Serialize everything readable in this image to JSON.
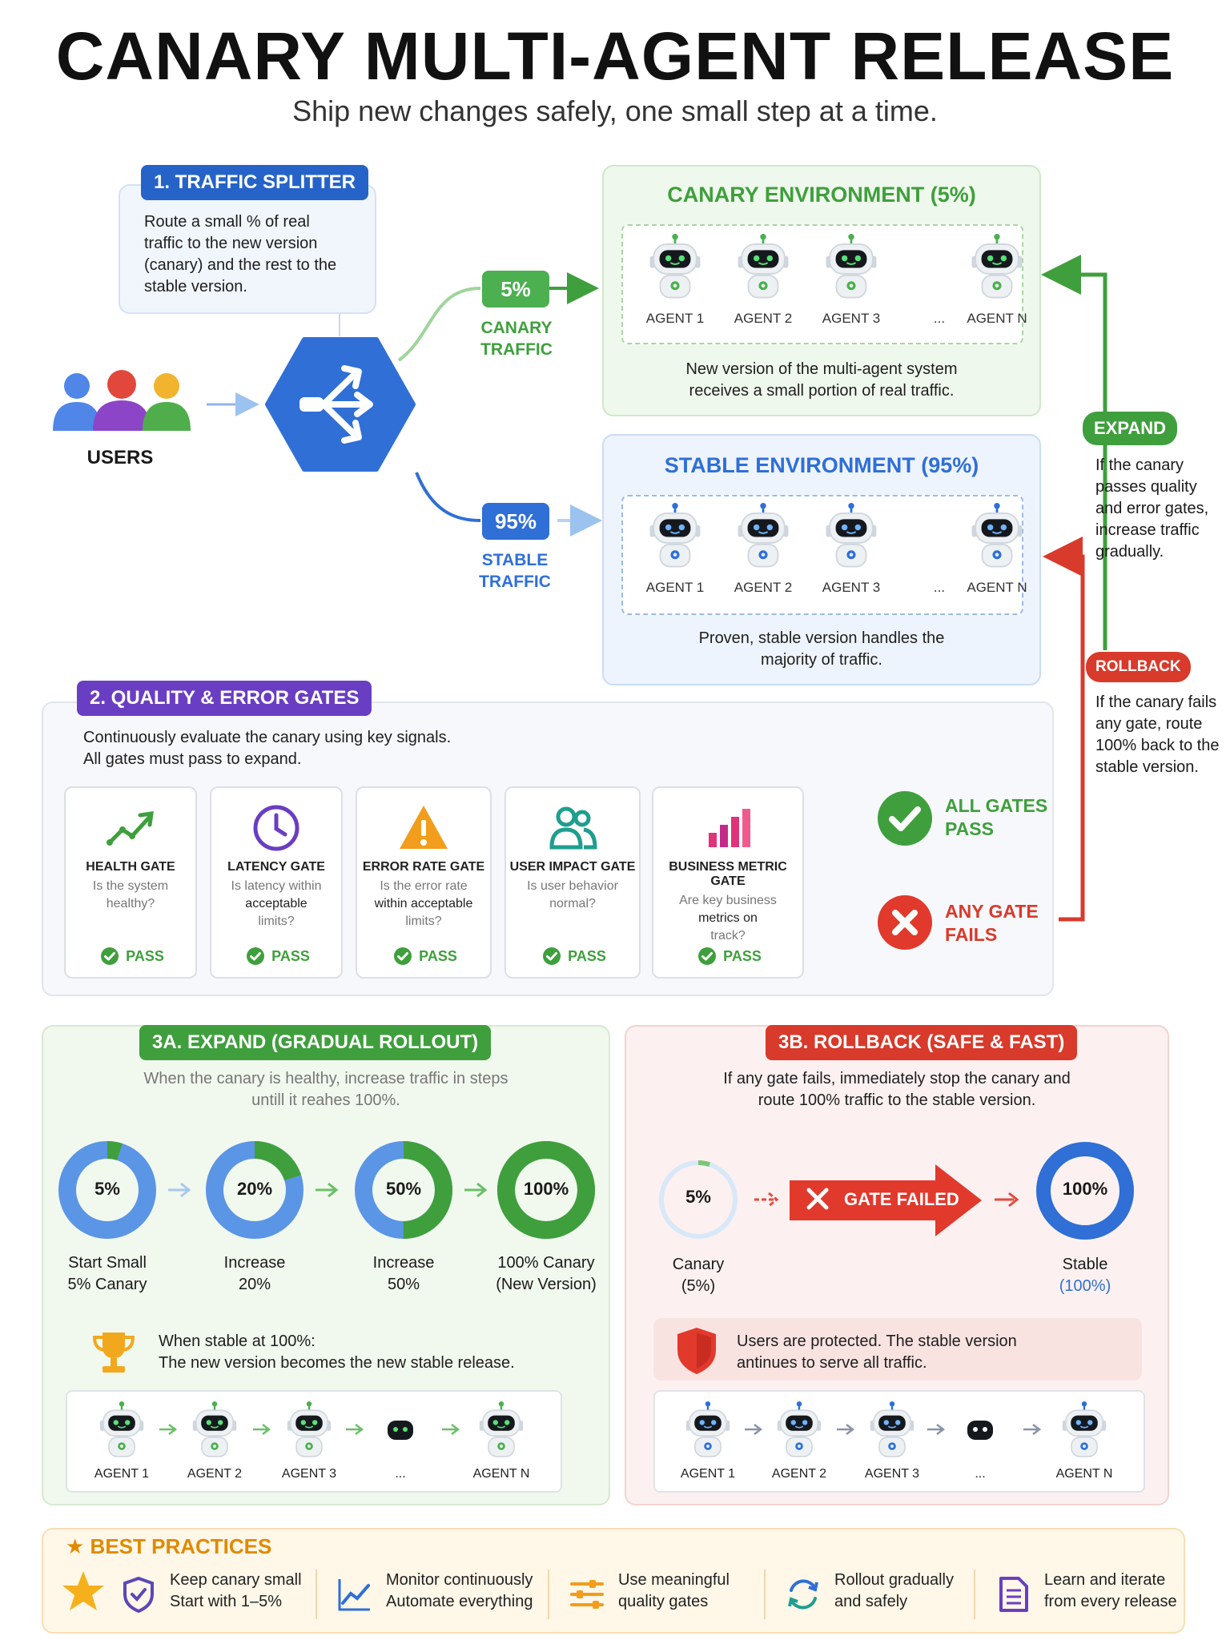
{
  "title": "CANARY MULTI-AGENT RELEASE",
  "subtitle": "Ship new changes safely, one small step at a time.",
  "splitter": {
    "tag": "1. TRAFFIC SPLITTER",
    "desc": "Route a small % of real traffic to the new version (canary) and the rest to the stable version.",
    "users_label": "USERS"
  },
  "canary_route": {
    "percent": "5%",
    "label_line1": "CANARY",
    "label_line2": "TRAFFIC"
  },
  "stable_route": {
    "percent": "95%",
    "label_line1": "STABLE",
    "label_line2": "TRAFFIC"
  },
  "canary_env": {
    "title": "CANARY ENVIRONMENT (5%)",
    "agents": [
      "AGENT 1",
      "AGENT 2",
      "AGENT 3",
      "...",
      "AGENT N"
    ],
    "desc_line1": "New version of the multi-agent system",
    "desc_line2": "receives a small portion of real traffic."
  },
  "stable_env": {
    "title": "STABLE ENVIRONMENT (95%)",
    "agents": [
      "AGENT 1",
      "AGENT 2",
      "AGENT 3",
      "...",
      "AGENT N"
    ],
    "desc_line1": "Proven, stable version handles the",
    "desc_line2": "majority of traffic."
  },
  "expand_side": {
    "tag": "EXPAND",
    "desc": "If the canary passes quality and error gates, increase traffic gradually."
  },
  "rollback_side": {
    "tag": "ROLLBACK",
    "desc": "If the canary fails any gate, route 100% back to the stable version."
  },
  "gates": {
    "tag": "2. QUALITY & ERROR GATES",
    "desc_line1": "Continuously evaluate the canary using key signals.",
    "desc_line2": "All gates must pass to expand.",
    "items": [
      {
        "name": "HEALTH GATE",
        "q1": "Is the system",
        "q2": "healthy?",
        "q3": "",
        "status": "PASS",
        "icon": "trend-up-icon"
      },
      {
        "name": "LATENCY GATE",
        "q1": "Is latency within",
        "q2": "acceptable",
        "q3": "limits?",
        "status": "PASS",
        "icon": "clock-icon"
      },
      {
        "name": "ERROR RATE GATE",
        "q1": "Is the error rate",
        "q2": "within acceptable",
        "q3": "limits?",
        "status": "PASS",
        "icon": "warning-icon"
      },
      {
        "name": "USER IMPACT GATE",
        "q1": "Is user behavior",
        "q2": "normal?",
        "q3": "",
        "status": "PASS",
        "icon": "users-icon"
      },
      {
        "name": "BUSINESS METRIC GATE",
        "q1": "Are key business",
        "q2": "metrics on",
        "q3": "track?",
        "status": "PASS",
        "icon": "bar-chart-icon"
      }
    ],
    "all_pass_line1": "ALL GATES",
    "all_pass_line2": "PASS",
    "any_fail_line1": "ANY GATE",
    "any_fail_line2": "FAILS"
  },
  "expand": {
    "tag": "3A. EXPAND (GRADUAL ROLLOUT)",
    "desc_line1": "When the canary is healthy, increase traffic in steps",
    "desc_line2": "untill it reahes 100%.",
    "steps": [
      {
        "value": 5,
        "pct": "5%",
        "line1": "Start Small",
        "line2": "5% Canary"
      },
      {
        "value": 20,
        "pct": "20%",
        "line1": "Increase",
        "line2": "20%"
      },
      {
        "value": 50,
        "pct": "50%",
        "line1": "Increase",
        "line2": "50%"
      },
      {
        "value": 100,
        "pct": "100%",
        "line1": "100% Canary",
        "line2": "(New Version)"
      }
    ],
    "note_line1": "When stable at 100%:",
    "note_line2": "The new version becomes the new stable release.",
    "agents": [
      "AGENT 1",
      "AGENT 2",
      "AGENT 3",
      "...",
      "AGENT N"
    ]
  },
  "rollback": {
    "tag": "3B. ROLLBACK (SAFE & FAST)",
    "desc_line1": "If any gate fails, immediately stop the canary and",
    "desc_line2": "route 100% traffic to the stable version.",
    "from_pct": "5%",
    "from_value": 5,
    "from_line1": "Canary",
    "from_line2": "(5%)",
    "failed_label": "GATE FAILED",
    "to_pct": "100%",
    "to_value": 100,
    "to_line1": "Stable",
    "to_line2": "(100%)",
    "note_line1": "Users are protected. The stable version",
    "note_line2": "antinues to serve all traffic.",
    "agents": [
      "AGENT 1",
      "AGENT 2",
      "AGENT 3",
      "...",
      "AGENT N"
    ]
  },
  "best_practices": {
    "tag": "BEST PRACTICES",
    "items": [
      {
        "line1": "Keep canary small",
        "line2": "Start with 1–5%",
        "icon": "shield-check-icon"
      },
      {
        "line1": "Monitor continuously",
        "line2": "Automate everything",
        "icon": "line-chart-icon"
      },
      {
        "line1": "Use meaningful",
        "line2": "quality gates",
        "icon": "sliders-icon"
      },
      {
        "line1": "Rollout gradually",
        "line2": "and safely",
        "icon": "cycle-icon"
      },
      {
        "line1": "Learn and iterate",
        "line2": "from every release",
        "icon": "document-icon"
      }
    ]
  },
  "colors": {
    "green": "#3f9f3d",
    "blue": "#2563c9",
    "red": "#d83a2b",
    "purple": "#6a3ec2",
    "orange": "#f29d1b"
  }
}
